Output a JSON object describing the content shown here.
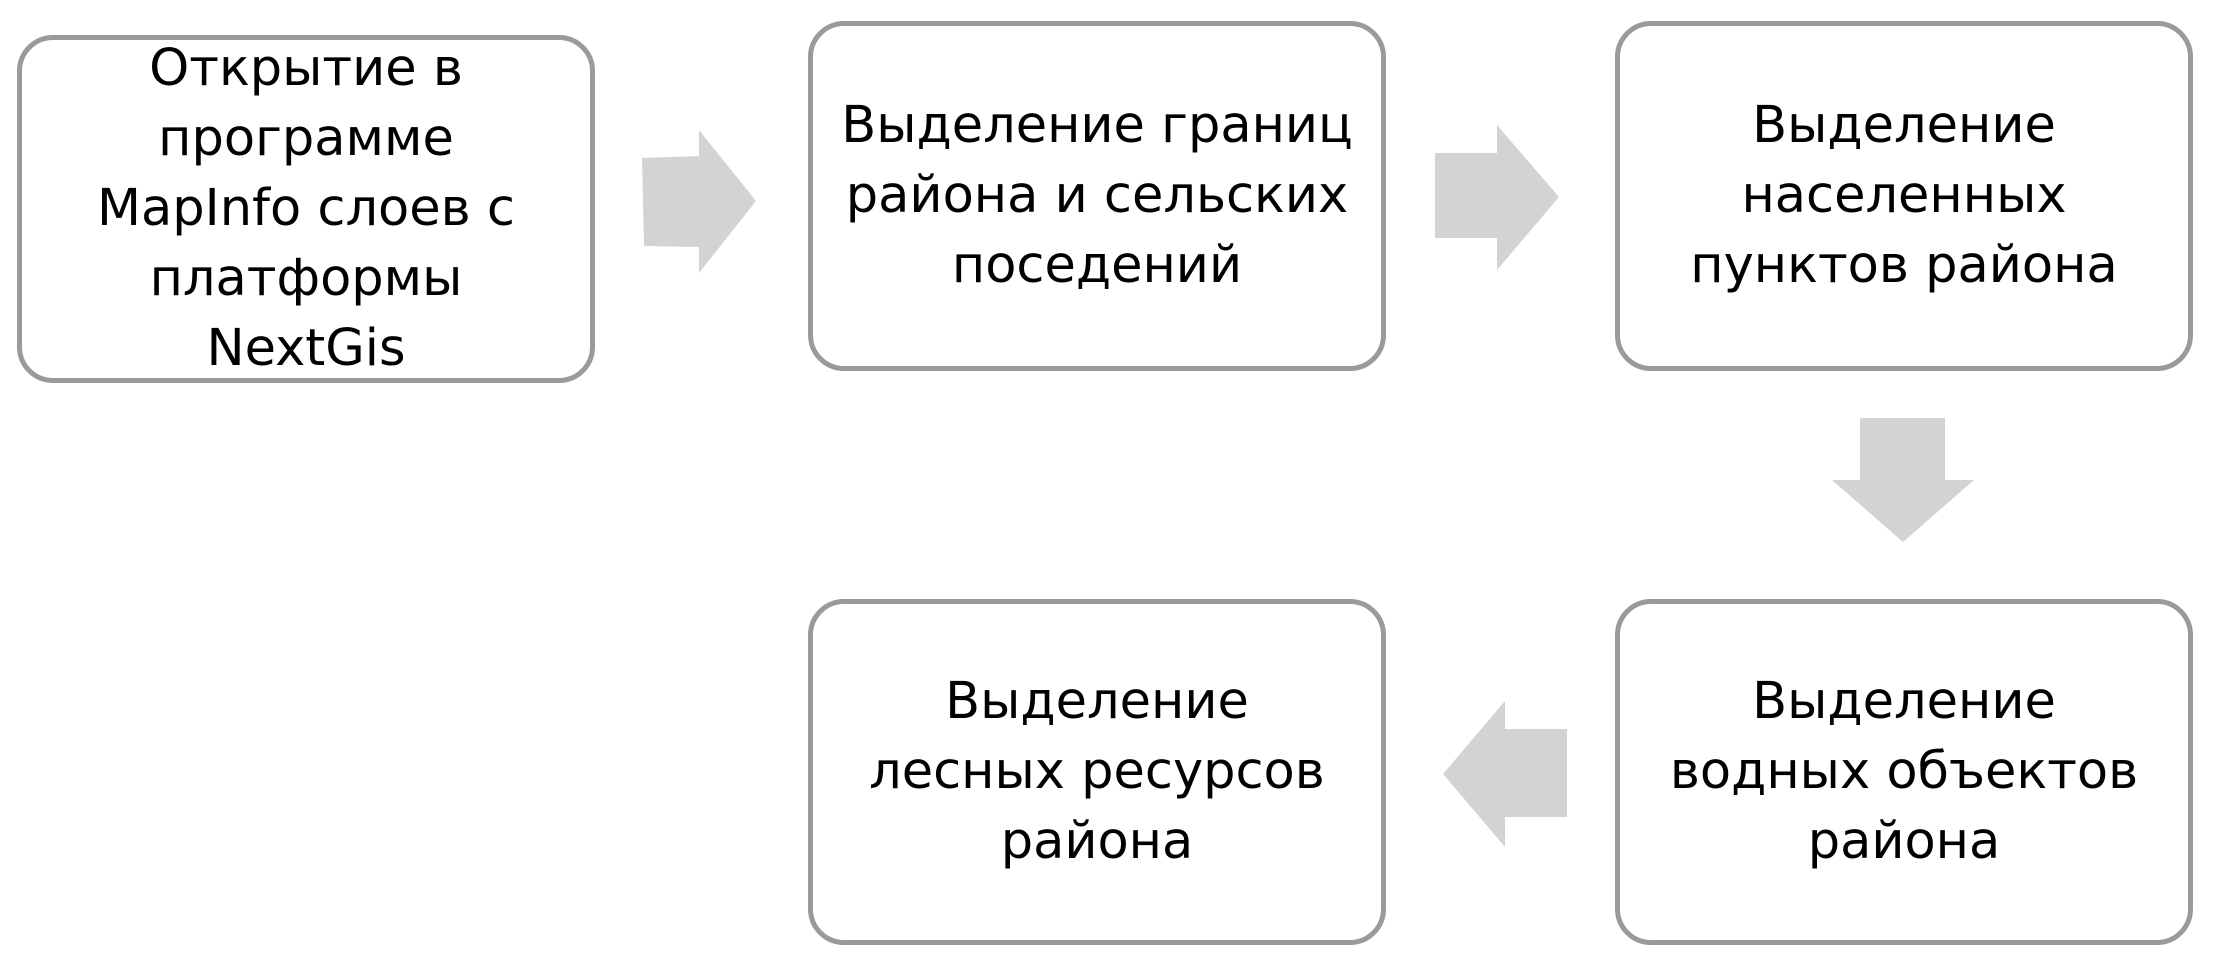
{
  "steps": [
    {
      "text": "Открытие в\nпрограмме\nMapInfo слоев с\nплатформы\nNextGis"
    },
    {
      "text": "Выделение границ\nрайона и сельских\nпоседений"
    },
    {
      "text": "Выделение\nнаселенных\nпунктов района"
    },
    {
      "text": "Выделение\nводных объектов\nрайона"
    },
    {
      "text": "Выделение\nлесных ресурсов\nрайона"
    }
  ],
  "colors": {
    "border": "#9a9a9a",
    "arrow": "#d3d3d3"
  }
}
